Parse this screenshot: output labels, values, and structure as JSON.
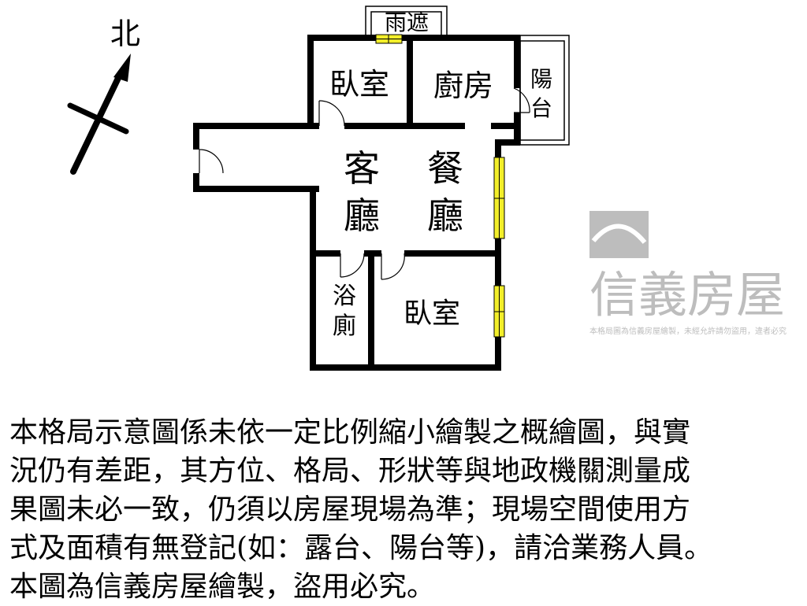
{
  "compass": {
    "label": "北"
  },
  "rooms": {
    "bedroom_top": "臥室",
    "kitchen": "廚房",
    "balcony_1": "陽",
    "balcony_2": "台",
    "rain_shelter": "雨遮",
    "living_1": "客",
    "living_2": "廳",
    "dining_1": "餐",
    "dining_2": "廳",
    "bath_1": "浴",
    "bath_2": "廁",
    "bedroom_bottom": "臥室"
  },
  "watermark": {
    "brand": "信義房屋",
    "notice": "本格局圖為信義房屋繪製，未經允許請勿盜用，違者必究"
  },
  "colors": {
    "wall": "#000000",
    "window": "#f2ee2a",
    "watermark": "#9a9a9a"
  },
  "disclaimer": {
    "lines": [
      "本格局示意圖係未依一定比例縮小繪製之概繪圖，與實",
      "況仍有差距，其方位、格局、形狀等與地政機關測量成",
      "果圖未必一致，仍須以房屋現場為準；現場空間使用方",
      "式及面積有無登記(如：露台、陽台等)，請洽業務人員。",
      "本圖為信義房屋繪製，盜用必究。"
    ]
  }
}
